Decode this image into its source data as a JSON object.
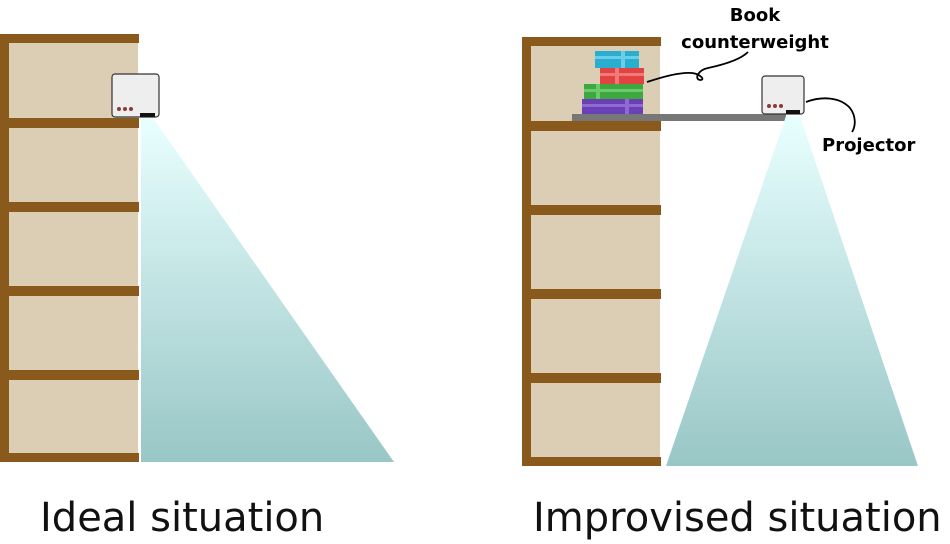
{
  "captions": {
    "left": "Ideal situation",
    "right": "Improvised situation"
  },
  "annotations": {
    "book_line1": "Book",
    "book_line2": "counterweight",
    "projector": "Projector"
  },
  "colors": {
    "shelf_wood": "#8a5a1c",
    "shelf_back": "#dccdb5",
    "projector_body": "#eeeeee",
    "projector_lens": "#111111",
    "projector_dots": "#8b3a3a",
    "beam_top": "#e9ffff",
    "beam_bottom": "#99c6c6",
    "plank": "#777777",
    "book_cyan": "#2aaed0",
    "book_red": "#e34242",
    "book_green": "#3da83d",
    "book_purple": "#6b3fb5"
  }
}
